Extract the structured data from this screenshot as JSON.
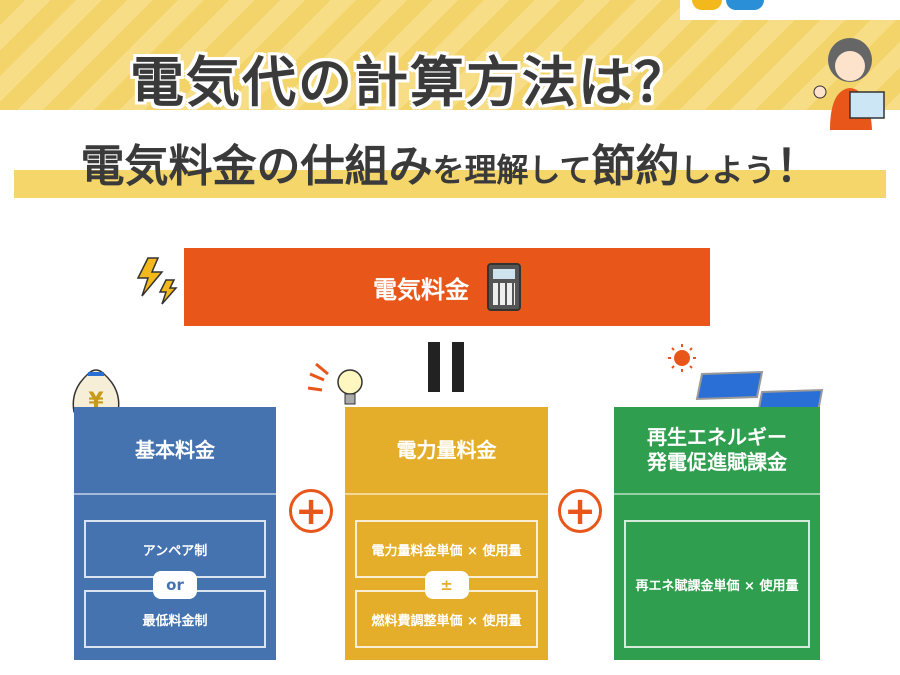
{
  "header": {
    "title_line1": "電気代の計算方法は？",
    "title_line2_a": "電気料金の仕組み",
    "title_line2_b": "を理解して",
    "title_line2_c": "節約",
    "title_line2_d": "しよう",
    "title_line2_e": "！"
  },
  "main_box": {
    "label": "電気料金"
  },
  "columns": [
    {
      "title": "基本料金",
      "items": [
        "アンペア制",
        "最低料金制"
      ],
      "connector": "or",
      "color": "#4573b0"
    },
    {
      "title": "電力量料金",
      "items": [
        "電力量料金単価 × 使用量",
        "燃料費調整単価 × 使用量"
      ],
      "connector": "±",
      "color": "#e5ae2a"
    },
    {
      "title_line1": "再生エネルギー",
      "title_line2": "発電促進賦課金",
      "items": [
        "再エネ賦課金単価 × 使用量"
      ],
      "color": "#2f9e4f"
    }
  ],
  "operators": {
    "plus": "+"
  },
  "colors": {
    "accent": "#e8561a",
    "title": "#3a3a3a",
    "highlight": "#f5d66a"
  }
}
